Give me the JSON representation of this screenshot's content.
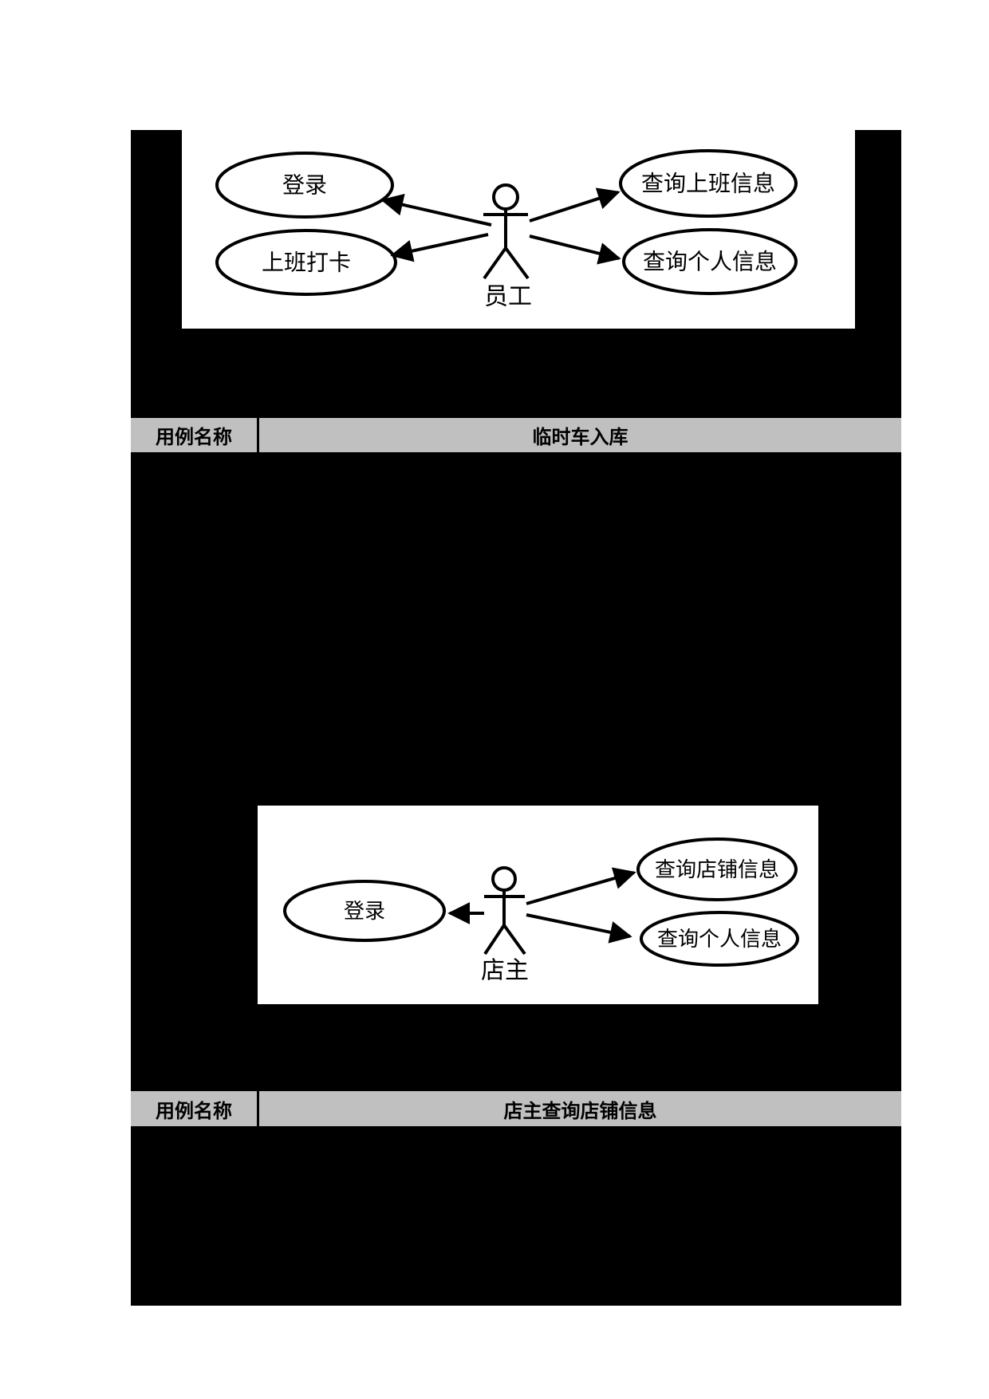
{
  "page": {
    "background": "#ffffff",
    "redaction_color": "#000000",
    "table_header_bg": "#c0c0c0",
    "line_color": "#000000"
  },
  "employee_diagram": {
    "actor_label": "员工",
    "use_cases": {
      "login": "登录",
      "clock_in": "上班打卡",
      "query_work_info": "查询上班信息",
      "query_personal_info": "查询个人信息"
    }
  },
  "table_row_1": {
    "label": "用例名称",
    "value": "临时车入库"
  },
  "shop_owner_diagram": {
    "actor_label": "店主",
    "use_cases": {
      "login": "登录",
      "query_shop_info": "查询店铺信息",
      "query_personal_info": "查询个人信息"
    }
  },
  "table_row_2": {
    "label": "用例名称",
    "value": "店主查询店铺信息"
  }
}
